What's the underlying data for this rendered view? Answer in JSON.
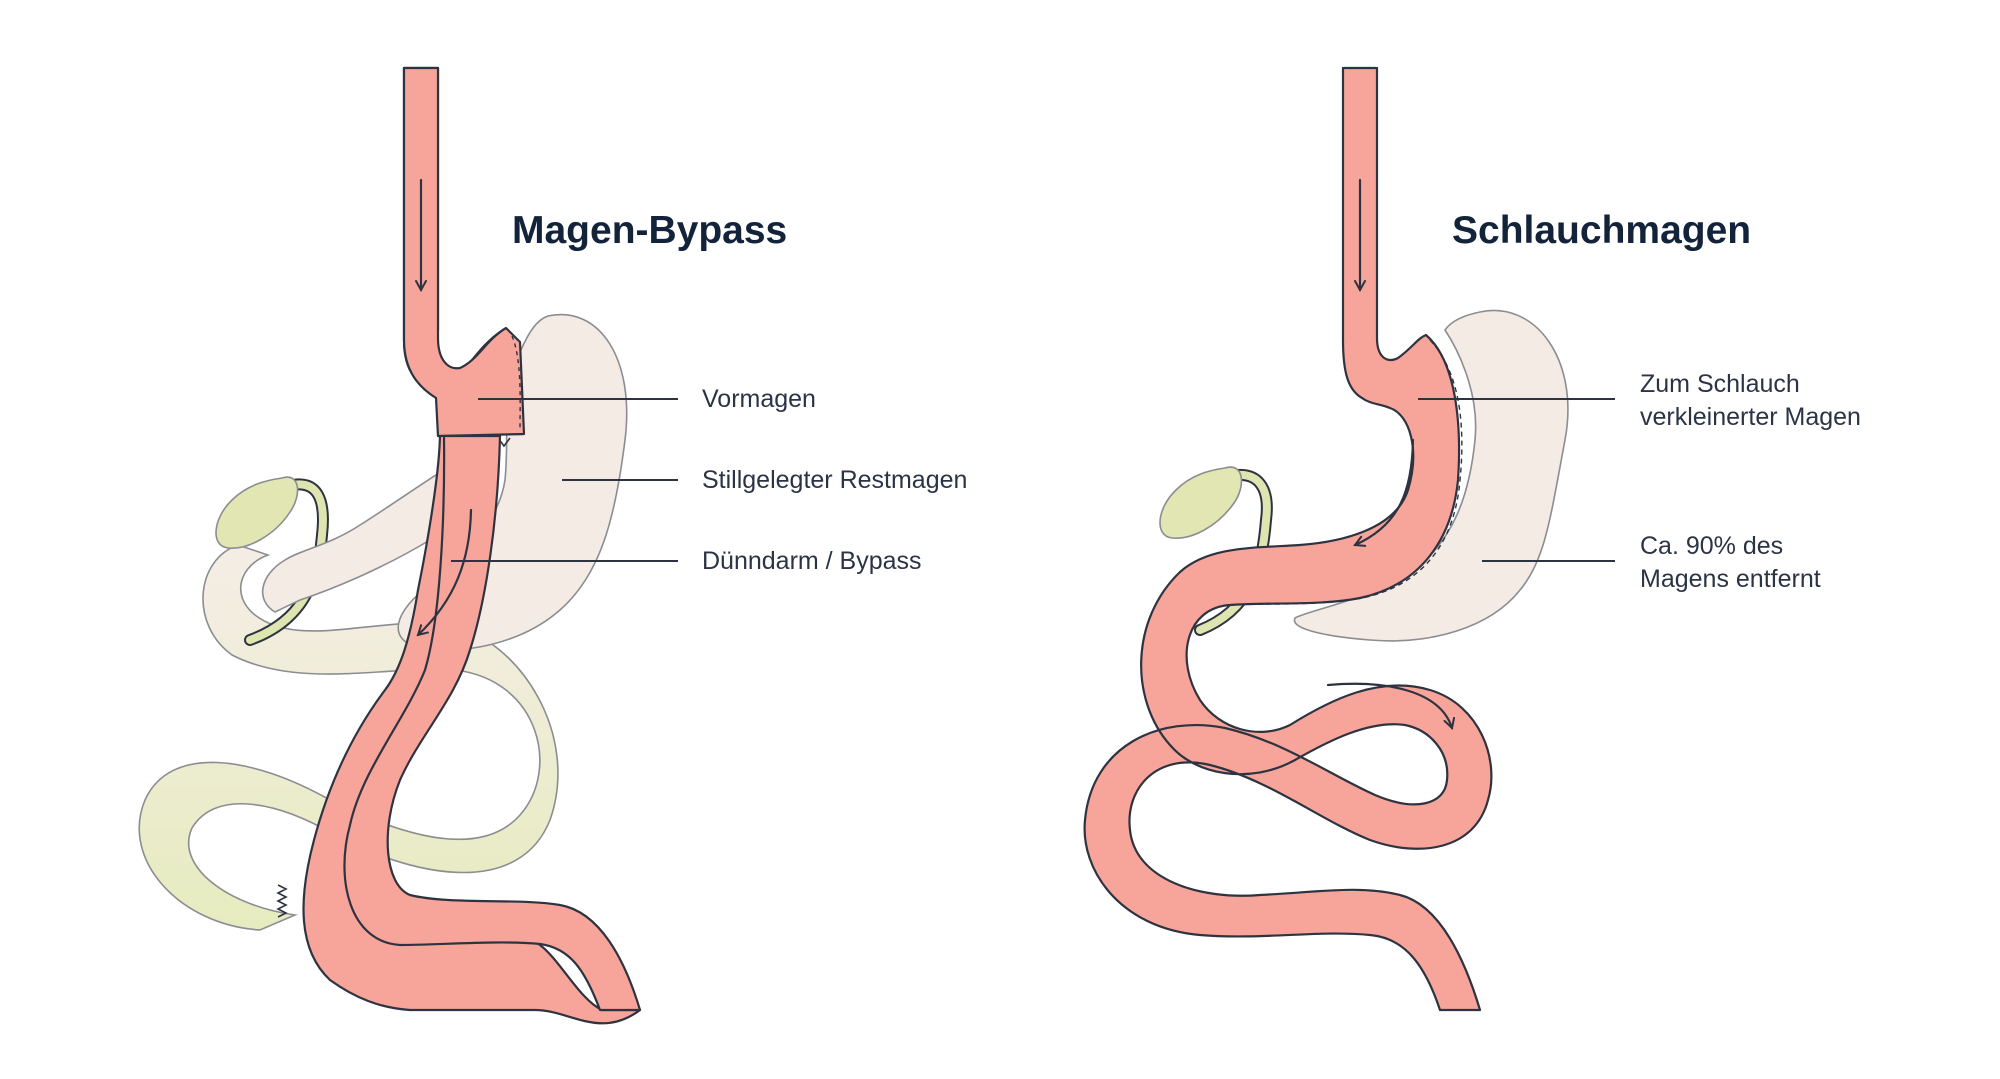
{
  "colors": {
    "active_organ": "#f7a59a",
    "bypassed_stomach": "#f5ebe5",
    "bypassed_intestine": "#e8edc6",
    "gallbladder": "#e1e6b2",
    "outline": "#2d3340",
    "title_text": "#13233a",
    "label_text": "#2b3445"
  },
  "panels": [
    {
      "title": "Magen-Bypass",
      "labels": [
        {
          "lines": [
            "Vormagen"
          ]
        },
        {
          "lines": [
            "Stillgelegter Restmagen"
          ]
        },
        {
          "lines": [
            "Dünndarm / Bypass"
          ]
        }
      ]
    },
    {
      "title": "Schlauchmagen",
      "labels": [
        {
          "lines": [
            "Zum Schlauch",
            "verkleinerter Magen"
          ]
        },
        {
          "lines": [
            "Ca. 90% des",
            "Magens entfernt"
          ]
        }
      ]
    }
  ]
}
